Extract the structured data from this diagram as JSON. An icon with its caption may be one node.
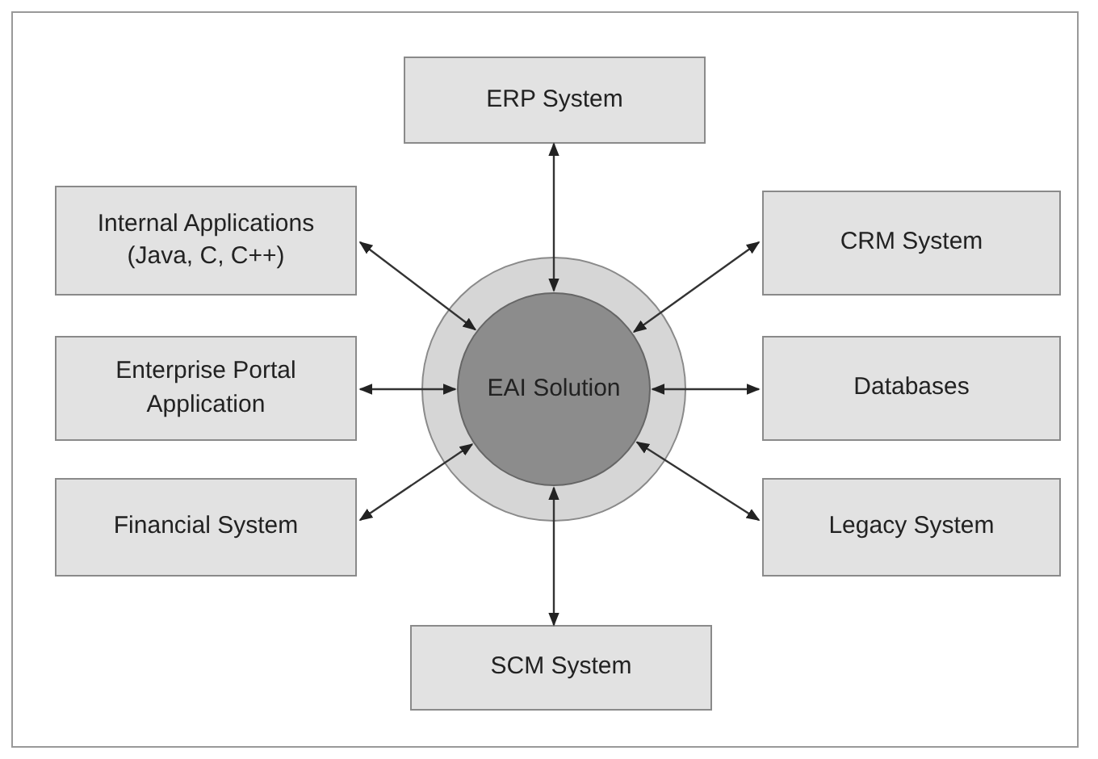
{
  "diagram": {
    "nodes": [
      {
        "text": [
          "ERP System"
        ]
      },
      {
        "text": [
          "Internal Applications (Java, C, C++)"
        ]
      },
      {
        "text": [
          "CRM System"
        ]
      },
      {
        "text": [],
        "shape": "circle"
      },
      {
        "text": [
          "EAI Solution"
        ],
        "in": 3
      },
      {
        "text": [
          "Enterprise Portal Application"
        ]
      },
      {
        "text": [
          "Databases"
        ]
      },
      {
        "text": [
          "Financial System"
        ]
      },
      {
        "text": [
          "Legacy System"
        ]
      },
      {
        "text": [
          "SCM System"
        ]
      }
    ],
    "edges": [
      {
        "from": 0,
        "to": 4,
        "arrow": "both"
      },
      {
        "from": 1,
        "to": 4,
        "arrow": "both"
      },
      {
        "from": 2,
        "to": 4,
        "arrow": "both"
      },
      {
        "from": 5,
        "to": 4,
        "arrow": "both"
      },
      {
        "from": 6,
        "to": 4,
        "arrow": "both"
      },
      {
        "from": 7,
        "to": 4,
        "arrow": "both"
      },
      {
        "from": 8,
        "to": 4,
        "arrow": "both"
      },
      {
        "from": 9,
        "to": 4,
        "arrow": "both"
      }
    ]
  }
}
